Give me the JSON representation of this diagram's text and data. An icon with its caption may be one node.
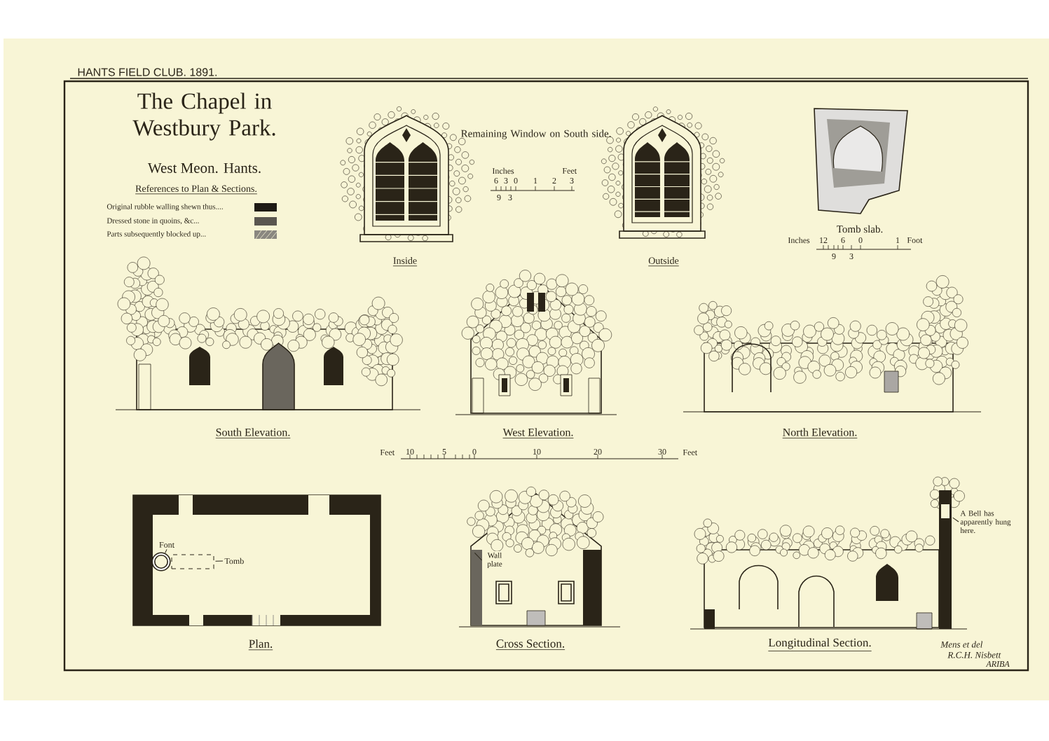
{
  "diagram": {
    "title": "The Chapel in Westbury Park.",
    "nodes": [
      {
        "text": [
          "Font"
        ]
      },
      {
        "text": [],
        "shape": "circle"
      },
      {
        "text": [
          "Tomb"
        ]
      },
      {
        "text": [],
        "shape": "box"
      },
      {
        "text": [
          "Wall plate"
        ]
      },
      {
        "text": [
          "A Bell has apparently hung here."
        ]
      }
    ],
    "edges": [
      {
        "from": 0,
        "to": 1,
        "arrow": "none"
      },
      {
        "from": 2,
        "to": 3,
        "arrow": "none"
      },
      {
        "from": 4,
        "to": null,
        "arrow": "none"
      },
      {
        "from": 5,
        "to": null,
        "arrow": "none"
      }
    ],
    "labels": [
      "HANTS FIELD CLUB. 1891.",
      "West Meon. Hants.",
      "References to Plan & Sections.",
      "Remaining Window on South side.",
      "Inches",
      "6",
      "3",
      "0",
      "1",
      "2",
      "3",
      "Feet",
      "9",
      "3",
      "Inside",
      "Outside",
      "Tomb slab.",
      "Inches",
      "12",
      "6",
      "0",
      "1",
      "Foot",
      "9",
      "3",
      "South Elevation.",
      "West Elevation.",
      "North Elevation.",
      "Feet",
      "10",
      "5",
      "0",
      "10",
      "20",
      "30",
      "Feet",
      "Plan.",
      "Cross Section.",
      "Longitudinal Section.",
      "Mens et del",
      "R.C.H. Nisbett",
      "ARIBA"
    ],
    "legend": [
      {
        "text": "Original rubble walling shewn thus....",
        "color": "#1e1a14"
      },
      {
        "text": "Dressed stone in quoins, &c...",
        "color": "#5a5650"
      },
      {
        "text": "Parts subsequently blocked up..."
      }
    ]
  }
}
